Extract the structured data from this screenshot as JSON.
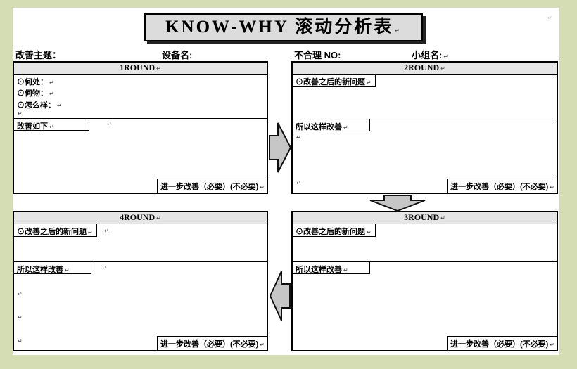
{
  "colors": {
    "background": "#d5ddb4",
    "paper": "#ffffff",
    "title_fill": "#dcdcdc",
    "title_shadow": "#222222",
    "round_header_fill": "#e6e6e6",
    "arrow_fill": "#c6c6c6",
    "border": "#000000"
  },
  "marks": {
    "pilcrow": "↵"
  },
  "title": {
    "text": "KNOW-WHY 滚动分析表"
  },
  "fields": {
    "topic": "改善主题：",
    "equipment": "设备名:",
    "unreasonable_no": "不合理 NO:",
    "group_name": "小组名:"
  },
  "rounds": [
    {
      "title": "1ROUND",
      "bullets": [
        "⊙何处：",
        "⊙何物：",
        "⊙怎么样："
      ],
      "mid_label": "改善如下",
      "footer_label": "进一步改善（必要）(不必要)"
    },
    {
      "title": "2ROUND",
      "top_label": "⊙改善之后的新问题",
      "mid_label": "所以这样改善",
      "footer_label": "进一步改善（必要）(不必要)"
    },
    {
      "title": "3ROUND",
      "top_label": "⊙改善之后的新问题",
      "mid_label": "所以这样改善",
      "footer_label": "进一步改善（必要）(不必要)"
    },
    {
      "title": "4ROUND",
      "top_label": "⊙改善之后的新问题",
      "mid_label": "所以这样改善",
      "footer_label": "进一步改善（必要）(不必要)"
    }
  ],
  "arrows": [
    {
      "name": "flow-arrow-right"
    },
    {
      "name": "flow-arrow-down"
    },
    {
      "name": "flow-arrow-left"
    }
  ]
}
